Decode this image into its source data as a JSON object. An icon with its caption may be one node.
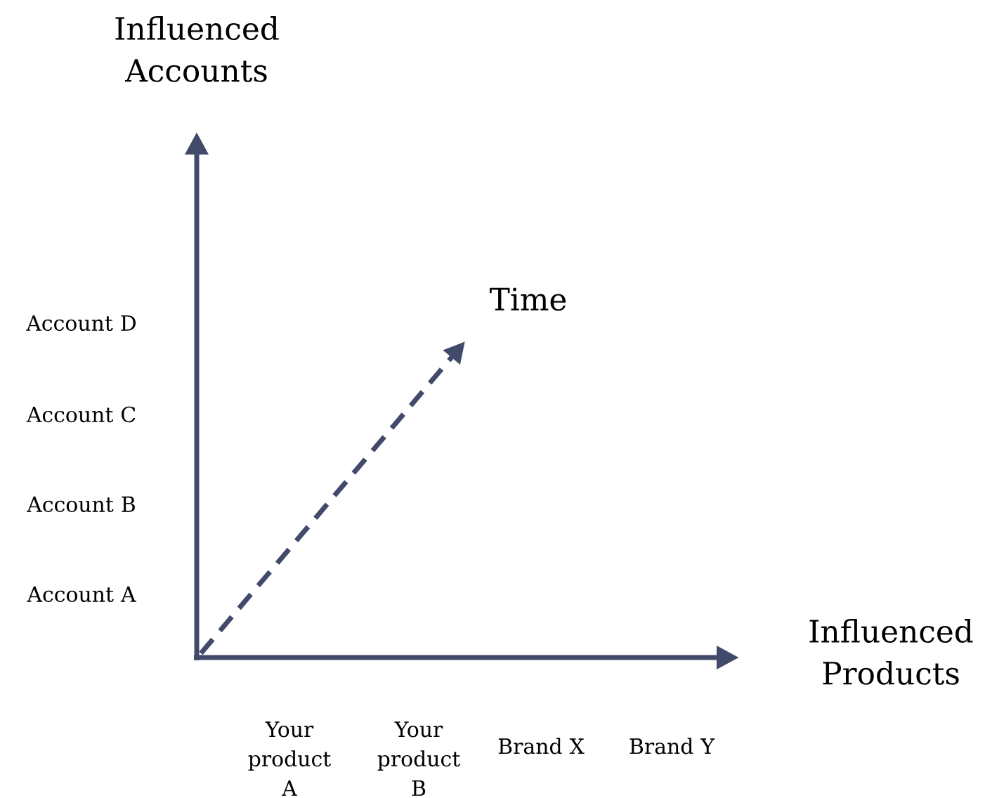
{
  "diagram": {
    "labels": [
      "Influenced Accounts",
      "Time",
      "Account D",
      "Account C",
      "Account B",
      "Account A",
      "Influenced Products",
      "Your product A",
      "Your product B",
      "Brand X",
      "Brand Y"
    ]
  }
}
